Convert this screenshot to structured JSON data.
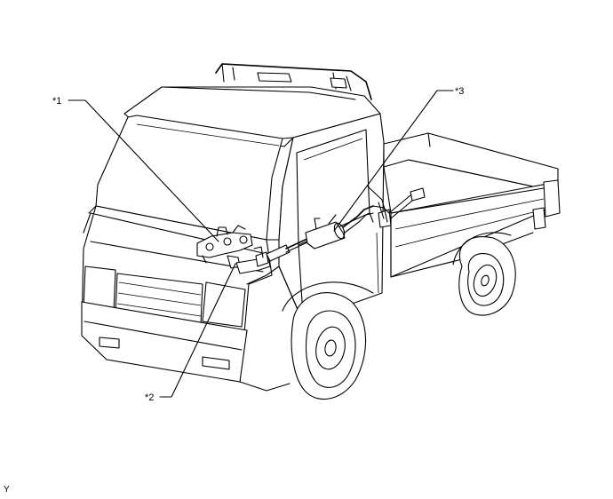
{
  "callouts": [
    {
      "id": "1",
      "label": "*1"
    },
    {
      "id": "2",
      "label": "*2"
    },
    {
      "id": "3",
      "label": "*3"
    }
  ],
  "footer": {
    "code": "Y"
  }
}
